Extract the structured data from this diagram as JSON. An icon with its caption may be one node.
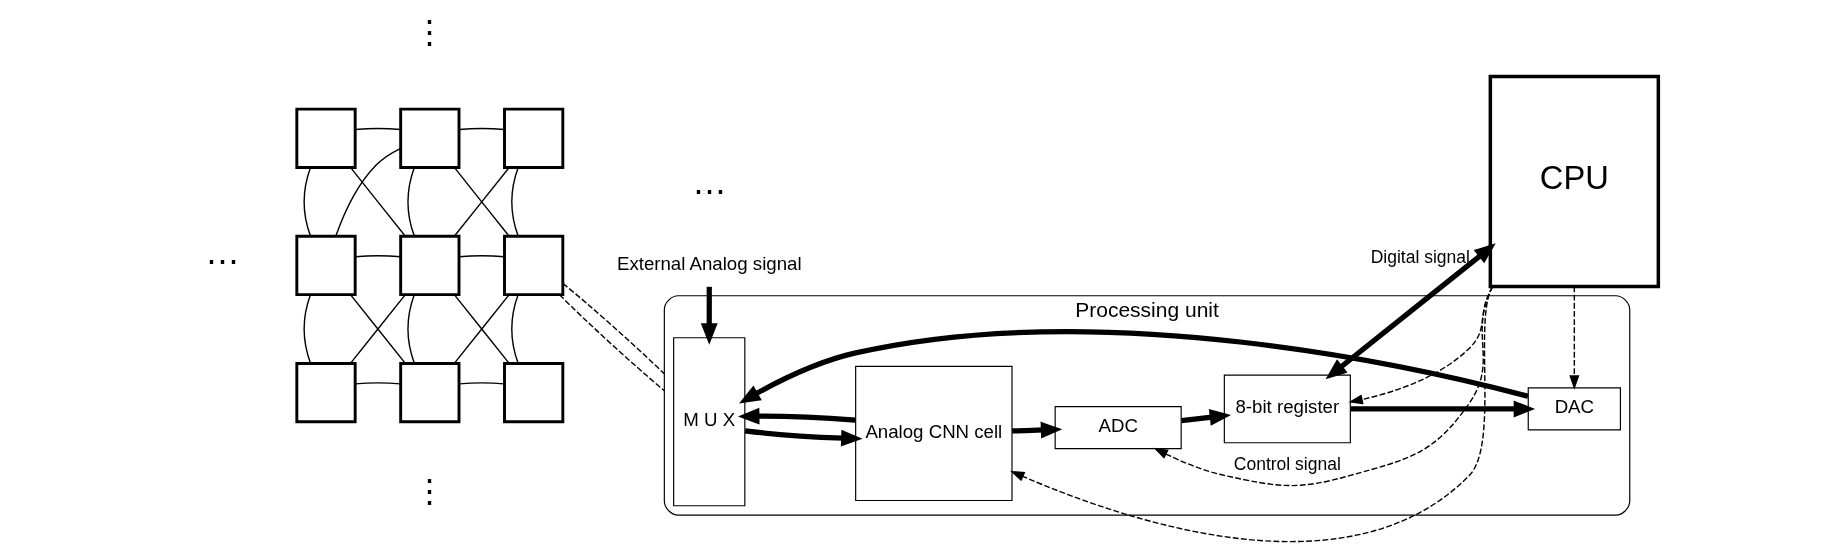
{
  "diagram": {
    "nodes": [
      {
        "text": [],
        "shape": "box"
      },
      {
        "text": [],
        "shape": "box"
      },
      {
        "text": [],
        "shape": "box"
      },
      {
        "text": [],
        "shape": "box"
      },
      {
        "text": [],
        "shape": "box"
      },
      {
        "text": [],
        "shape": "box"
      },
      {
        "text": [],
        "shape": "box"
      },
      {
        "text": [],
        "shape": "box"
      },
      {
        "text": [],
        "shape": "box"
      },
      {
        "text": [
          "Processing unit"
        ]
      },
      {
        "text": [
          "M U X"
        ],
        "in": 9
      },
      {
        "text": [
          "Analog CNN cell"
        ],
        "in": 9
      },
      {
        "text": [
          "ADC"
        ],
        "in": 9
      },
      {
        "text": [
          "8-bit register"
        ],
        "in": 9
      },
      {
        "text": [
          "DAC"
        ],
        "in": 9
      },
      {
        "text": [
          "External Analog signal"
        ]
      },
      {
        "text": [
          "CPU"
        ]
      }
    ],
    "edges": [
      {
        "from": 0,
        "to": 1,
        "arrow": "none"
      },
      {
        "from": 1,
        "to": 2,
        "arrow": "none"
      },
      {
        "from": 0,
        "to": 3,
        "arrow": "none"
      },
      {
        "from": 0,
        "to": 4,
        "arrow": "none"
      },
      {
        "from": 1,
        "to": 3,
        "arrow": "none"
      },
      {
        "from": 1,
        "to": 4,
        "arrow": "none"
      },
      {
        "from": 1,
        "to": 5,
        "arrow": "none"
      },
      {
        "from": 2,
        "to": 4,
        "arrow": "none"
      },
      {
        "from": 2,
        "to": 5,
        "arrow": "none"
      },
      {
        "from": 3,
        "to": 4,
        "arrow": "none"
      },
      {
        "from": 4,
        "to": 5,
        "arrow": "none"
      },
      {
        "from": 3,
        "to": 6,
        "arrow": "none"
      },
      {
        "from": 3,
        "to": 7,
        "arrow": "none"
      },
      {
        "from": 4,
        "to": 6,
        "arrow": "none"
      },
      {
        "from": 4,
        "to": 7,
        "arrow": "none"
      },
      {
        "from": 4,
        "to": 8,
        "arrow": "none"
      },
      {
        "from": 5,
        "to": 7,
        "arrow": "none"
      },
      {
        "from": 5,
        "to": 8,
        "arrow": "none"
      },
      {
        "from": 6,
        "to": 7,
        "arrow": "none"
      },
      {
        "from": 7,
        "to": 8,
        "arrow": "none"
      },
      {
        "from": 5,
        "to": 9,
        "arrow": "none",
        "style": "dashed"
      },
      {
        "from": 5,
        "to": 9,
        "arrow": "none",
        "style": "dashed"
      },
      {
        "from": 15,
        "to": 10,
        "arrow": "to",
        "style": "thick"
      },
      {
        "from": 10,
        "to": 11,
        "arrow": "to",
        "style": "thick"
      },
      {
        "from": 11,
        "to": 12,
        "arrow": "to",
        "style": "thick"
      },
      {
        "from": 12,
        "to": 13,
        "arrow": "to",
        "style": "thick"
      },
      {
        "from": 13,
        "to": 14,
        "arrow": "to",
        "style": "thick"
      },
      {
        "from": 14,
        "to": 10,
        "arrow": "to",
        "style": "thick"
      },
      {
        "from": 11,
        "to": 10,
        "arrow": "to",
        "style": "thick"
      },
      {
        "from": 13,
        "to": 16,
        "arrow": "both",
        "style": "thick",
        "label": "Digital signal"
      },
      {
        "from": 16,
        "to": 11,
        "arrow": "to",
        "style": "dashed"
      },
      {
        "from": 16,
        "to": 12,
        "arrow": "to",
        "style": "dashed",
        "label": "Control signal"
      },
      {
        "from": 16,
        "to": 14,
        "arrow": "to",
        "style": "dashed"
      },
      {
        "from": 16,
        "to": 13,
        "arrow": "to",
        "style": "dashed"
      }
    ],
    "labels": [
      "⋮",
      "⋯",
      "⋯",
      "⋮"
    ]
  }
}
